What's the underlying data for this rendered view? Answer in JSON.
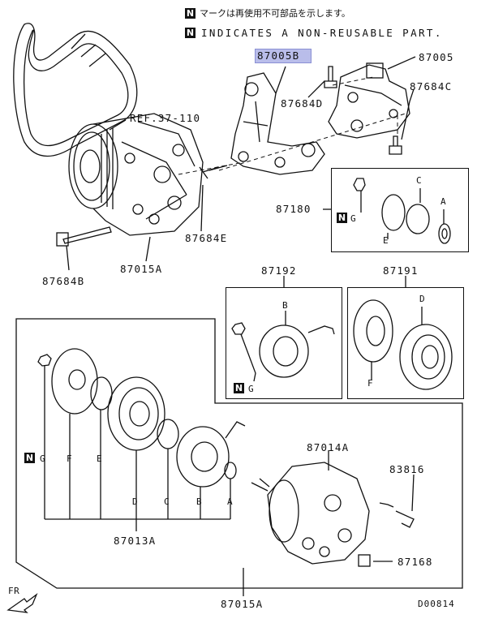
{
  "notes": {
    "nonreuse_jp": "マークは再使用不可部品を示します。",
    "nonreuse_en": "INDICATES A NON-REUSABLE PART.",
    "n_symbol": "N"
  },
  "labels": {
    "p87005B": "87005B",
    "p87005": "87005",
    "p87684D": "87684D",
    "p87684C": "87684C",
    "ref": "REF.37-110",
    "p87684E": "87684E",
    "p87180": "87180",
    "p87684B": "87684B",
    "p87015A_top": "87015A",
    "p87192": "87192",
    "p87191": "87191",
    "p87014A": "87014A",
    "p83816": "83816",
    "p87168": "87168",
    "p87013A": "87013A",
    "p87015A_bottom": "87015A",
    "fr": "FR",
    "diagram_id": "D00814"
  },
  "letters": {
    "g1": "G",
    "e1": "E",
    "c1": "C",
    "a1": "A",
    "b2": "B",
    "g2": "G",
    "d3": "D",
    "f3": "F",
    "g4": "G",
    "f4": "F",
    "e4": "E",
    "d4": "D",
    "c4": "C",
    "b4": "B",
    "a4": "A"
  },
  "colors": {
    "highlight": "#b9bdea",
    "ink": "#111111"
  }
}
